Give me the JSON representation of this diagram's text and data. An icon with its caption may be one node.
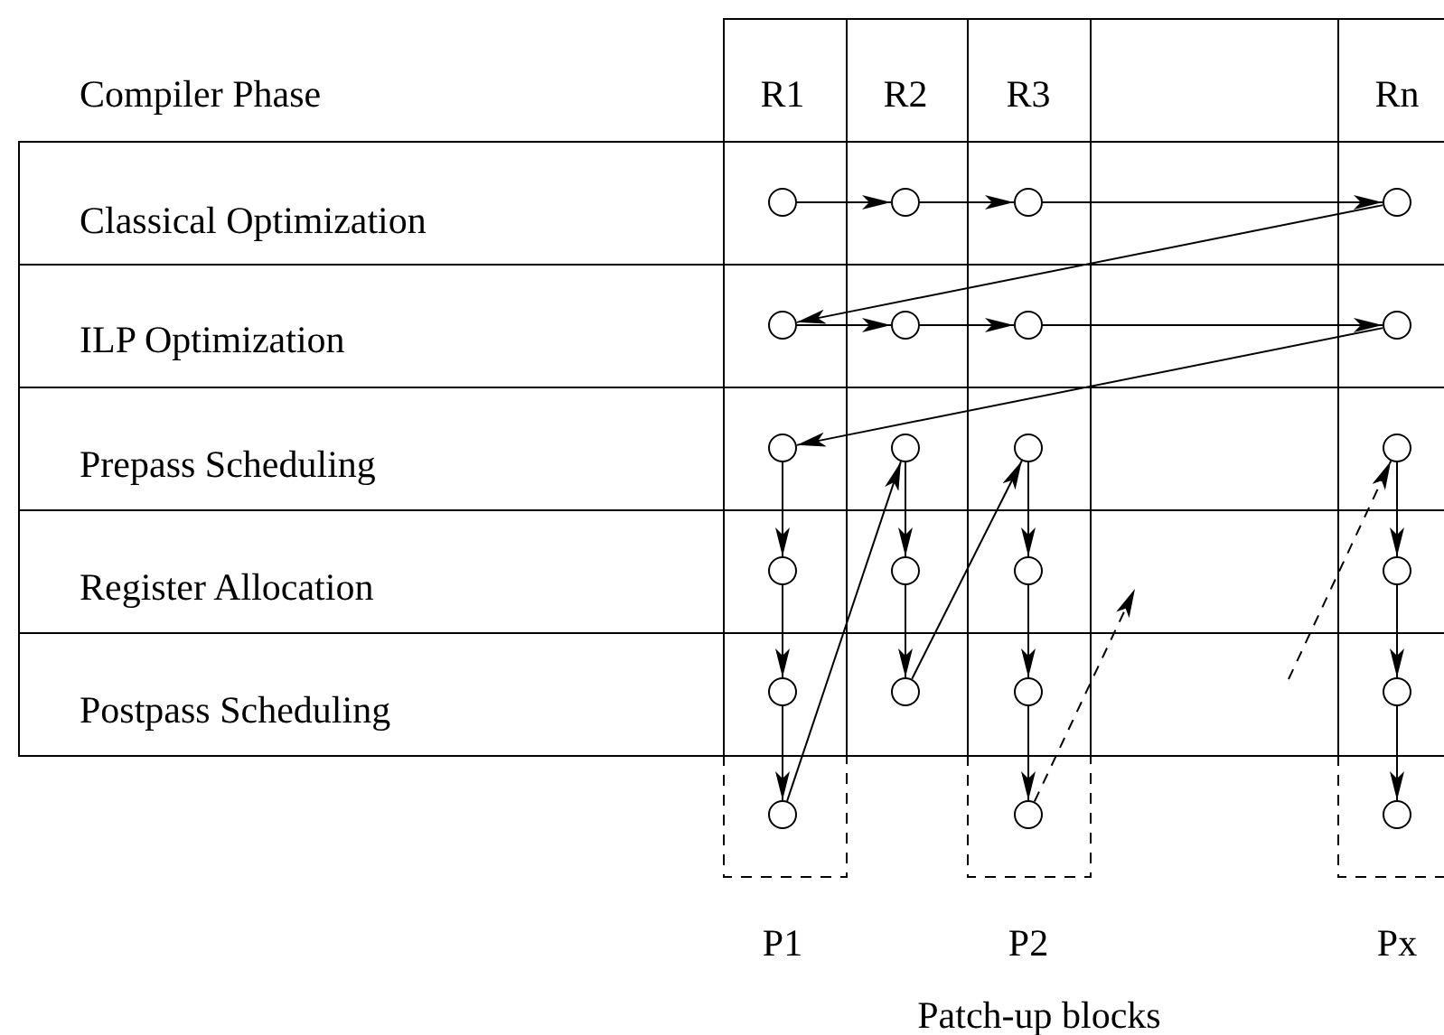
{
  "diagram": {
    "nodes": [
      {
        "text": [],
        "shape": "circle"
      },
      {
        "text": [],
        "shape": "circle"
      },
      {
        "text": [],
        "shape": "circle"
      },
      {
        "text": [],
        "shape": "circle"
      },
      {
        "text": [],
        "shape": "circle"
      },
      {
        "text": [],
        "shape": "circle"
      },
      {
        "text": [],
        "shape": "circle"
      },
      {
        "text": [],
        "shape": "circle"
      },
      {
        "text": [],
        "shape": "circle"
      },
      {
        "text": [],
        "shape": "circle"
      },
      {
        "text": [],
        "shape": "circle"
      },
      {
        "text": [],
        "shape": "circle"
      },
      {
        "text": [],
        "shape": "circle"
      },
      {
        "text": [],
        "shape": "circle"
      },
      {
        "text": [],
        "shape": "circle"
      },
      {
        "text": [],
        "shape": "circle"
      },
      {
        "text": [],
        "shape": "circle"
      },
      {
        "text": [],
        "shape": "circle"
      },
      {
        "text": [],
        "shape": "circle"
      },
      {
        "text": [],
        "shape": "circle"
      },
      {
        "text": [],
        "shape": "circle"
      },
      {
        "text": [],
        "shape": "circle"
      },
      {
        "text": [],
        "shape": "circle"
      }
    ],
    "edges": [
      {
        "from": 0,
        "to": 1,
        "arrow": "to"
      },
      {
        "from": 1,
        "to": 2,
        "arrow": "to"
      },
      {
        "from": 2,
        "to": 3,
        "arrow": "to"
      },
      {
        "from": 3,
        "to": 4,
        "arrow": "to"
      },
      {
        "from": 4,
        "to": 5,
        "arrow": "to"
      },
      {
        "from": 5,
        "to": 6,
        "arrow": "to"
      },
      {
        "from": 6,
        "to": 7,
        "arrow": "to"
      },
      {
        "from": 7,
        "to": 8,
        "arrow": "to"
      },
      {
        "from": 8,
        "to": 12,
        "arrow": "to"
      },
      {
        "from": 12,
        "to": 16,
        "arrow": "to"
      },
      {
        "from": 16,
        "to": 20,
        "arrow": "to"
      },
      {
        "from": 20,
        "to": 9,
        "arrow": "to"
      },
      {
        "from": 9,
        "to": 13,
        "arrow": "to"
      },
      {
        "from": 13,
        "to": 17,
        "arrow": "to"
      },
      {
        "from": 17,
        "to": 10,
        "arrow": "to"
      },
      {
        "from": 10,
        "to": 14,
        "arrow": "to"
      },
      {
        "from": 14,
        "to": 18,
        "arrow": "to"
      },
      {
        "from": 18,
        "to": 21,
        "arrow": "to"
      },
      {
        "from": 21,
        "to": null,
        "arrow": "to",
        "style": "dashed"
      },
      {
        "from": null,
        "to": 11,
        "arrow": "to",
        "style": "dashed"
      },
      {
        "from": 11,
        "to": 15,
        "arrow": "to"
      },
      {
        "from": 15,
        "to": 19,
        "arrow": "to"
      },
      {
        "from": 19,
        "to": 22,
        "arrow": "to"
      }
    ],
    "labels": [
      "Compiler Phase",
      "R1",
      "R2",
      "R3",
      "Rn",
      "Classical Optimization",
      "ILP Optimization",
      "Prepass Scheduling",
      "Register Allocation",
      "Postpass Scheduling",
      "P1",
      "P2",
      "Px",
      "Patch-up blocks"
    ]
  }
}
